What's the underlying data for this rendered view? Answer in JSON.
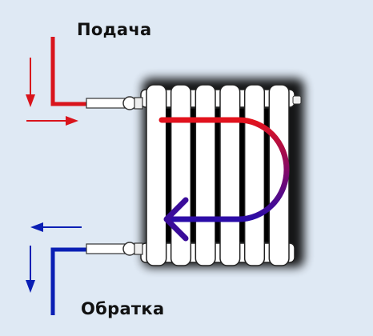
{
  "labels": {
    "supply": "Подача",
    "return": "Обратка"
  },
  "colors": {
    "supply": "#d9141c",
    "return": "#0a1fb4",
    "background": "#dfe9f4",
    "radiator": "#ffffff",
    "outline": "#111111"
  },
  "radiator": {
    "sections": 6
  }
}
